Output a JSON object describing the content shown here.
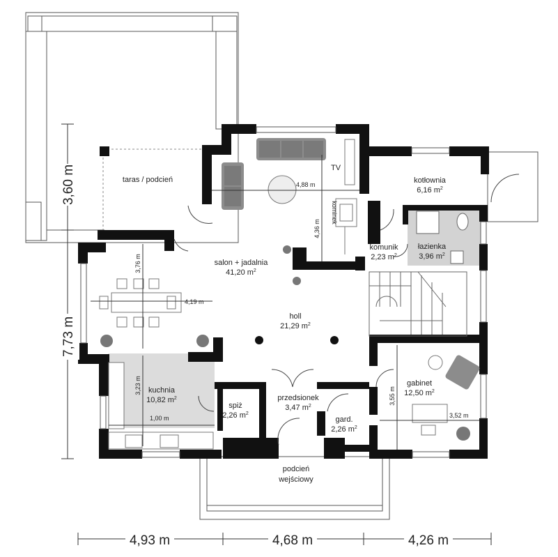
{
  "rooms": {
    "taras": "taras / podcień",
    "salon_name": "salon + jadalnia",
    "salon_area": "41,20",
    "holl_name": "holl",
    "holl_area": "21,29",
    "kuchnia_name": "kuchnia",
    "kuchnia_area": "10,82",
    "spiz_name": "spiż",
    "spiz_area": "2,26",
    "przedsionek_name": "przedsionek",
    "przedsionek_area": "3,47",
    "gard_name": "gard.",
    "gard_area": "2,26",
    "gabinet_name": "gabinet",
    "gabinet_area": "12,50",
    "kotlownia_name": "kotłownia",
    "kotlownia_area": "6,16",
    "lazienka_name": "łazienka",
    "lazienka_area": "3,96",
    "komunik_name": "komunik",
    "komunik_area": "2,23",
    "podcien_line1": "podcień",
    "podcien_line2": "wejściowy",
    "unit": "m",
    "unit_exp": "2"
  },
  "labels": {
    "tv": "TV",
    "kominek": "kominek"
  },
  "dims": {
    "salon_w": "4,88 m",
    "salon_h": "4,36 m",
    "dining_w": "4,19 m",
    "dining_h": "3,76 m",
    "kitchen_h": "3,23 m",
    "kitchen_w": "1,00 m",
    "gabinet_h": "3,55 m",
    "gabinet_w": "3,52 m",
    "left_top": "3,60 m",
    "left_main": "7,73 m",
    "bottom_1": "4,93 m",
    "bottom_2": "4,68 m",
    "bottom_3": "4,26 m"
  },
  "colors": {
    "wall": "#111111",
    "kitchen_floor": "#dcdcdc",
    "bath_floor": "#d3d3d3",
    "furniture": "#7a7a7a"
  }
}
